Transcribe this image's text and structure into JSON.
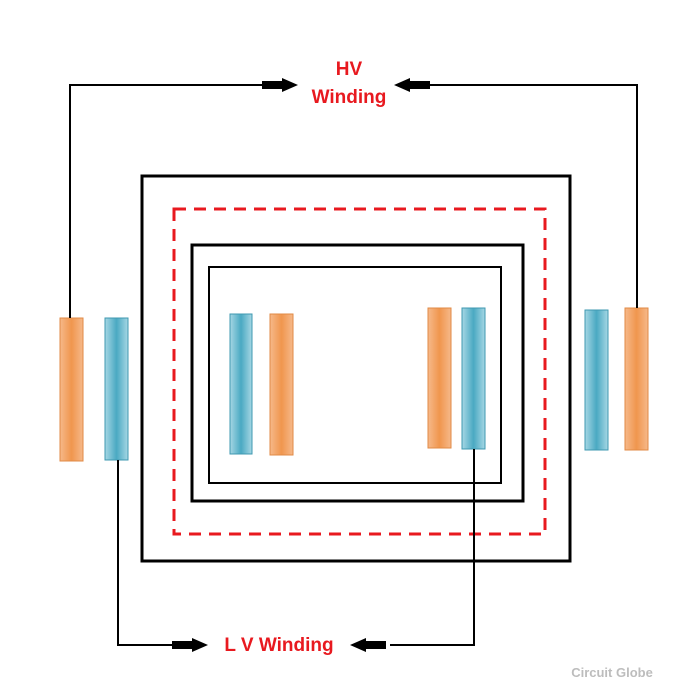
{
  "labels": {
    "hv_line1": "HV",
    "hv_line2": "Winding",
    "lv": "L V Winding",
    "watermark": "Circuit Globe"
  },
  "colors": {
    "background": "#ffffff",
    "frame": "#000000",
    "dashed_outline": "#e8191f",
    "label_red": "#e8191f",
    "hv_winding": "#f4a05c",
    "lv_winding": "#5bb4c9",
    "watermark": "#bdbdbd"
  }
}
